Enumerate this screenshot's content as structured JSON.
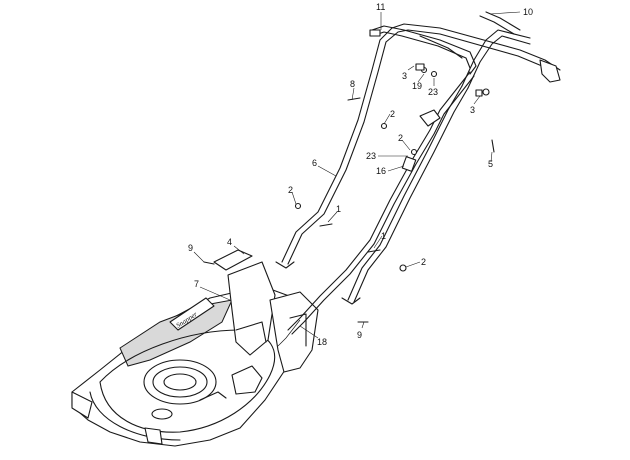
{
  "diagram": {
    "logo_text": "Snapper",
    "callouts": [
      {
        "id": "c11",
        "label": "11"
      },
      {
        "id": "c10",
        "label": "10"
      },
      {
        "id": "c3a",
        "label": "3"
      },
      {
        "id": "c19",
        "label": "19"
      },
      {
        "id": "c23a",
        "label": "23"
      },
      {
        "id": "c3b",
        "label": "3"
      },
      {
        "id": "c8",
        "label": "8"
      },
      {
        "id": "c2a",
        "label": "2"
      },
      {
        "id": "c2b",
        "label": "2"
      },
      {
        "id": "c23b",
        "label": "23"
      },
      {
        "id": "c16",
        "label": "16"
      },
      {
        "id": "c5",
        "label": "5"
      },
      {
        "id": "c6",
        "label": "6"
      },
      {
        "id": "c2c",
        "label": "2"
      },
      {
        "id": "c1a",
        "label": "1"
      },
      {
        "id": "c1b",
        "label": "1"
      },
      {
        "id": "c9a",
        "label": "9"
      },
      {
        "id": "c4",
        "label": "4"
      },
      {
        "id": "c2d",
        "label": "2"
      },
      {
        "id": "c7",
        "label": "7"
      },
      {
        "id": "c9b",
        "label": "9"
      },
      {
        "id": "c18",
        "label": "18"
      }
    ]
  }
}
